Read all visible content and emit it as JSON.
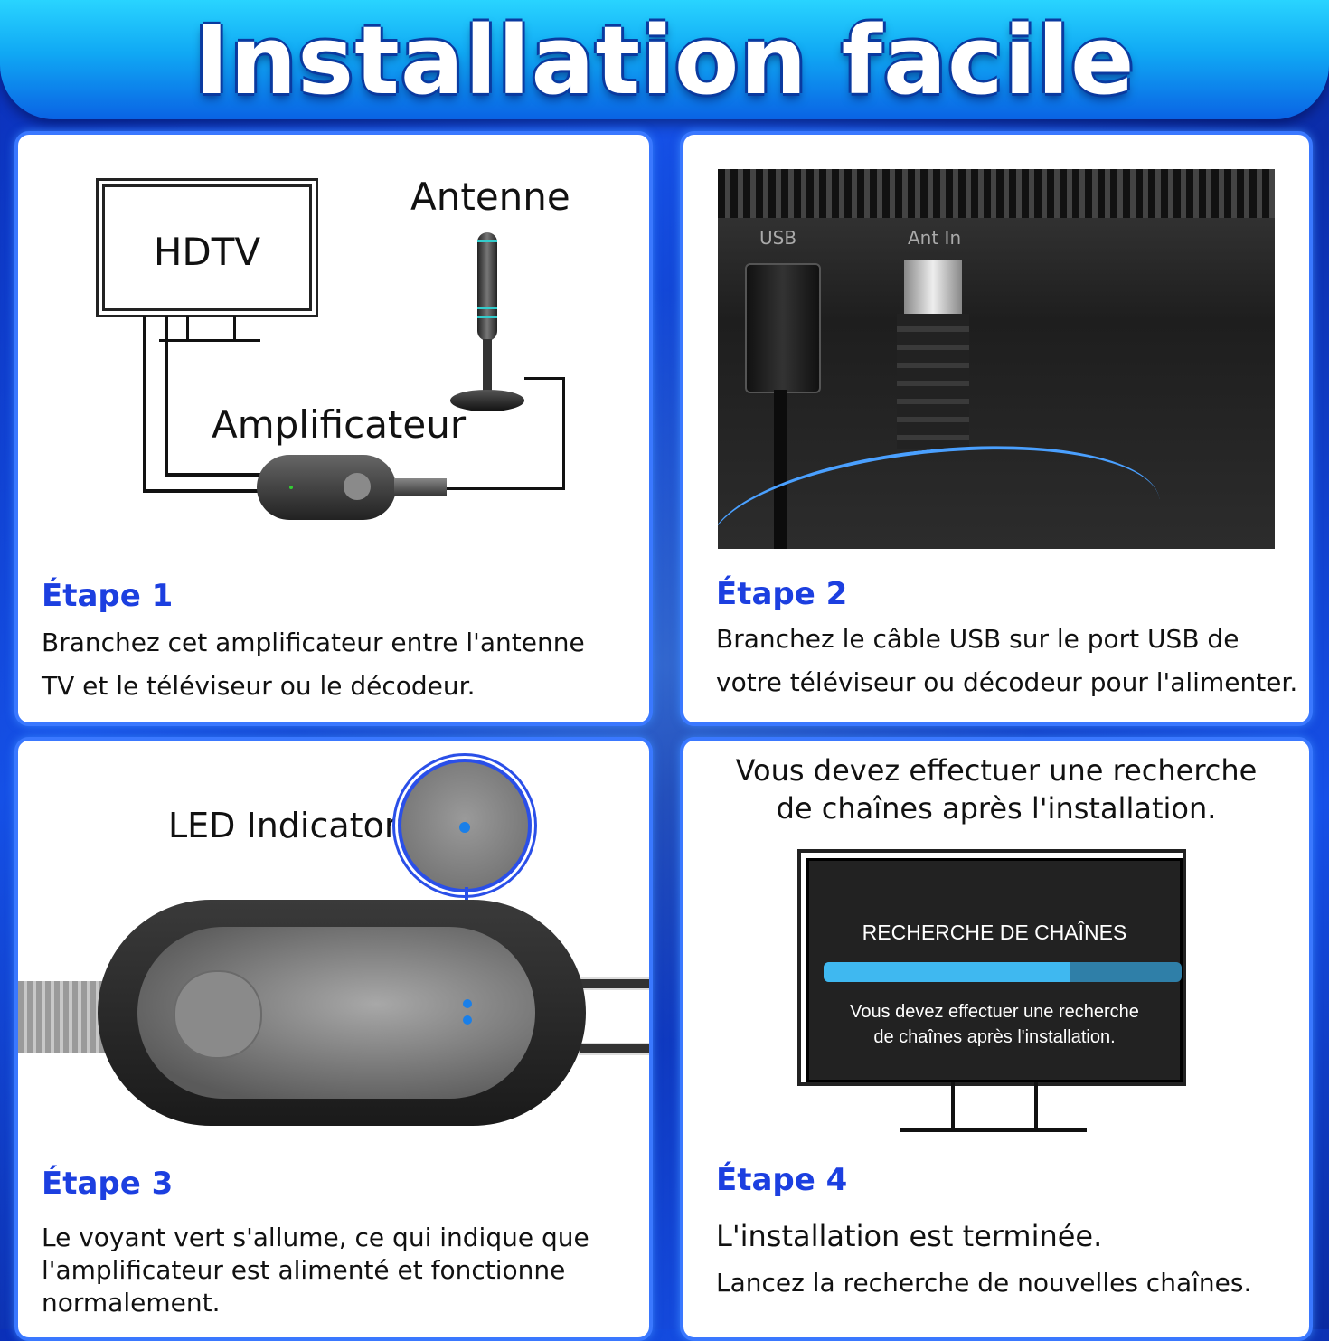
{
  "header": {
    "title": "Installation facile"
  },
  "step1": {
    "heading": "Étape 1",
    "text_line1": "Branchez cet amplificateur entre l'antenne",
    "text_line2": "TV et le téléviseur ou le décodeur.",
    "diagram": {
      "tv_label": "HDTV",
      "antenna_label": "Antenne",
      "amp_label": "Amplificateur"
    }
  },
  "step2": {
    "heading": "Étape 2",
    "text_line1": "Branchez le câble USB sur le port USB de",
    "text_line2": "votre téléviseur ou décodeur pour l'alimenter.",
    "photo": {
      "usb_port_label": "USB",
      "antin_port_label": "Ant In"
    }
  },
  "step3": {
    "heading": "Étape 3",
    "text_line1": "Le voyant vert s'allume, ce qui indique que",
    "text_line2": "l'amplificateur est alimenté et fonctionne",
    "text_line3": "normalement.",
    "led_label": "LED Indicator"
  },
  "step4": {
    "note_line1": "Vous devez effectuer une recherche",
    "note_line2": "de chaînes après l'installation.",
    "screen": {
      "title": "RECHERCHE DE CHAÎNES",
      "msg_line1": "Vous devez effectuer une recherche",
      "msg_line2": "de chaînes après l'installation.",
      "progress": 0.69
    },
    "heading": "Étape 4",
    "text_line1": "L'installation est terminée.",
    "text_line2": "Lancez la recherche de nouvelles chaînes."
  },
  "colors": {
    "accent": "#1c3fe0",
    "panel_border": "#3a78ff",
    "led_blue": "#1a7fe8"
  }
}
